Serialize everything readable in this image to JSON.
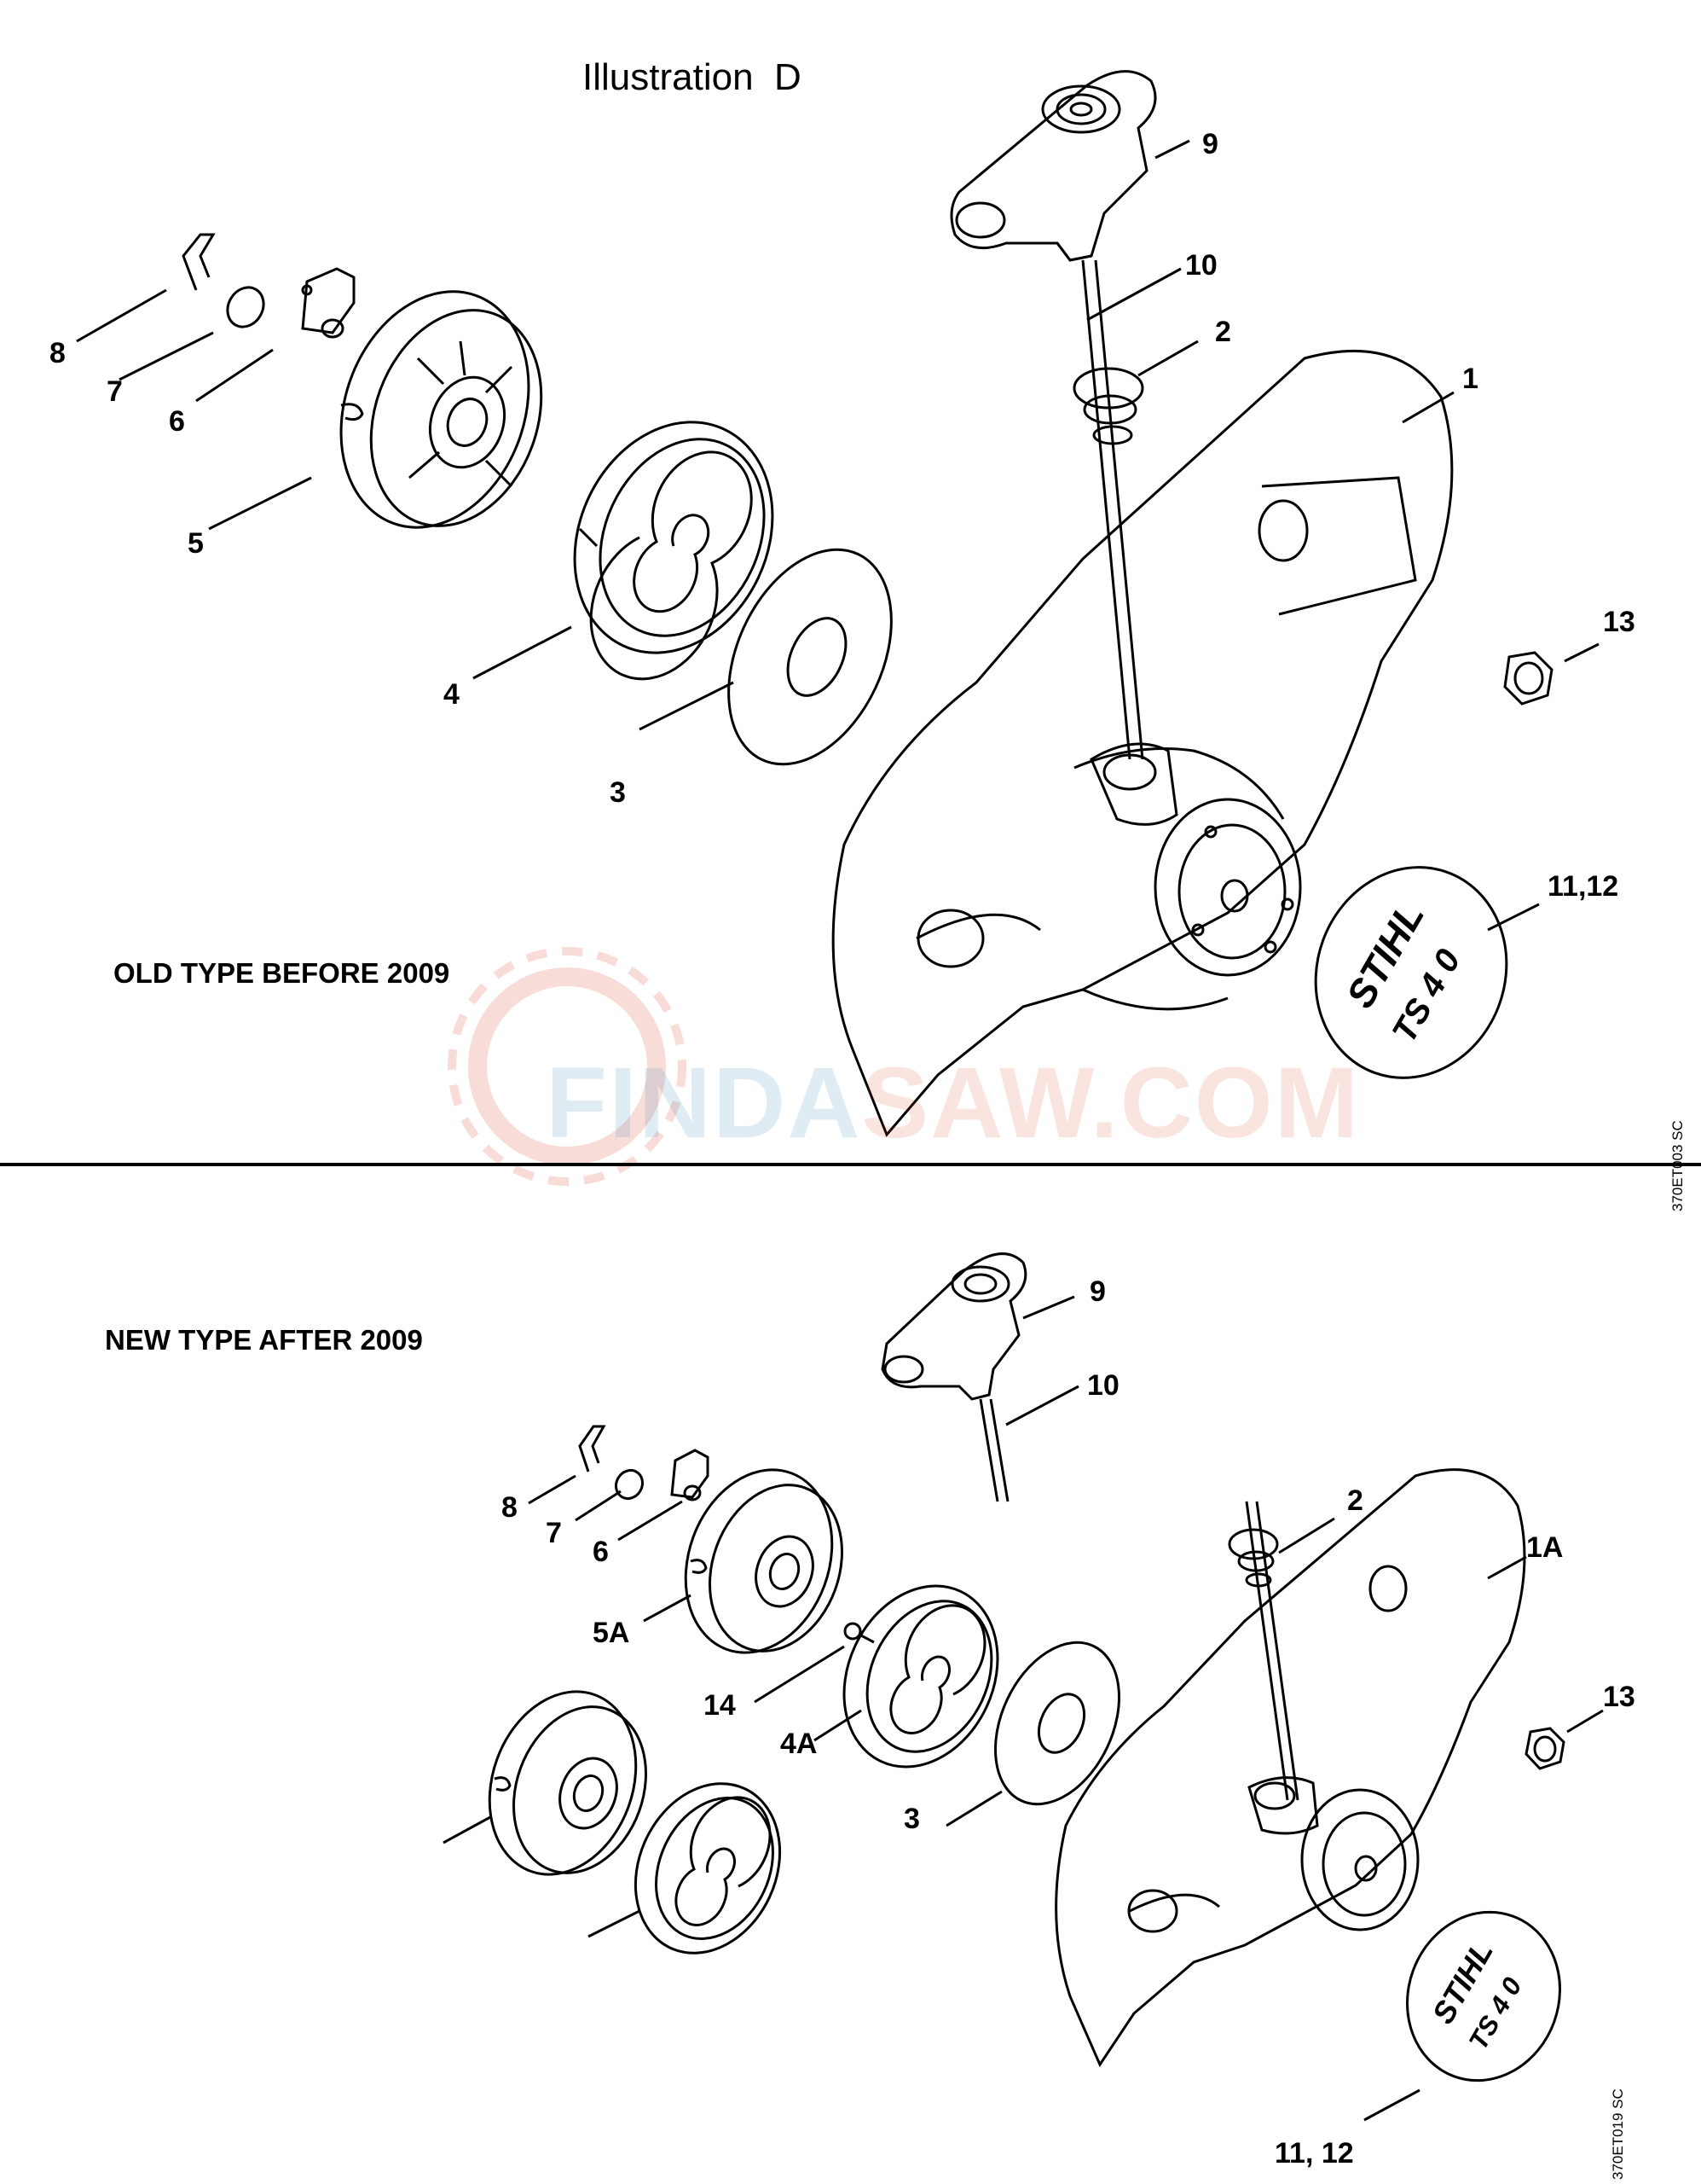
{
  "title": "Illustration  D",
  "sections": {
    "old": {
      "label": "OLD TYPE BEFORE 2009",
      "drawing_code": "370ET003 SC"
    },
    "new": {
      "label": "NEW TYPE AFTER 2009",
      "drawing_code": "370ET019 SC"
    }
  },
  "watermark": {
    "part1": "FINDA",
    "part2": "SAW.COM"
  },
  "brand_badge": {
    "brand": "STIHL",
    "model": "TS 4 0"
  },
  "callouts_old": {
    "c1": "1",
    "c2": "2",
    "c3": "3",
    "c4": "4",
    "c5": "5",
    "c6": "6",
    "c7": "7",
    "c8": "8",
    "c9": "9",
    "c10": "10",
    "c11_12": "11,12",
    "c13": "13"
  },
  "callouts_new": {
    "c1A": "1A",
    "c2": "2",
    "c3": "3",
    "c4A": "4A",
    "c5A": "5A",
    "c6": "6",
    "c7": "7",
    "c8": "8",
    "c9": "9",
    "c10": "10",
    "c11_12": "11, 12",
    "c13": "13",
    "c14": "14"
  },
  "colors": {
    "line": "#000000",
    "watermark_blue": "#2d7fb8",
    "watermark_red": "#d9452b"
  }
}
